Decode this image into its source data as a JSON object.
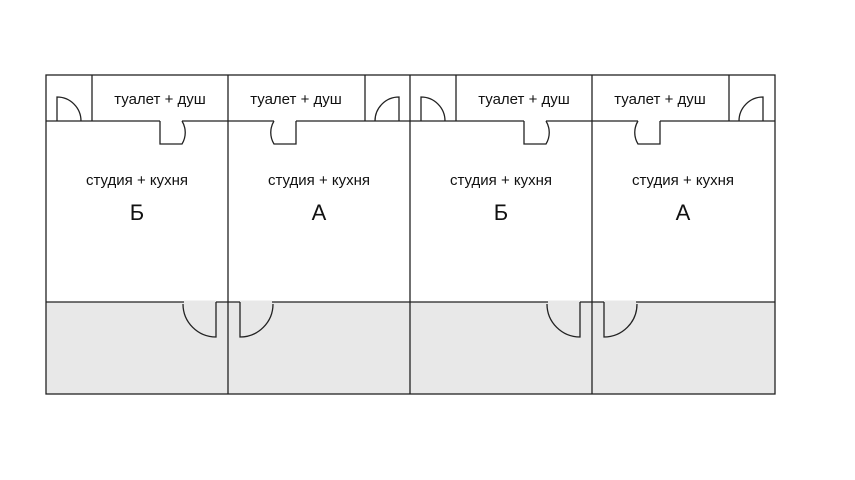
{
  "colors": {
    "corridor_fill": "#e8e8e8",
    "wall": "#222222",
    "background": "#ffffff"
  },
  "units": [
    {
      "bathroom_label": "туалет + душ",
      "studio_label": "студия + кухня",
      "unit_letter": "Б"
    },
    {
      "bathroom_label": "туалет + душ",
      "studio_label": "студия + кухня",
      "unit_letter": "А"
    },
    {
      "bathroom_label": "туалет + душ",
      "studio_label": "студия + кухня",
      "unit_letter": "Б"
    },
    {
      "bathroom_label": "туалет + душ",
      "studio_label": "студия + кухня",
      "unit_letter": "А"
    }
  ]
}
